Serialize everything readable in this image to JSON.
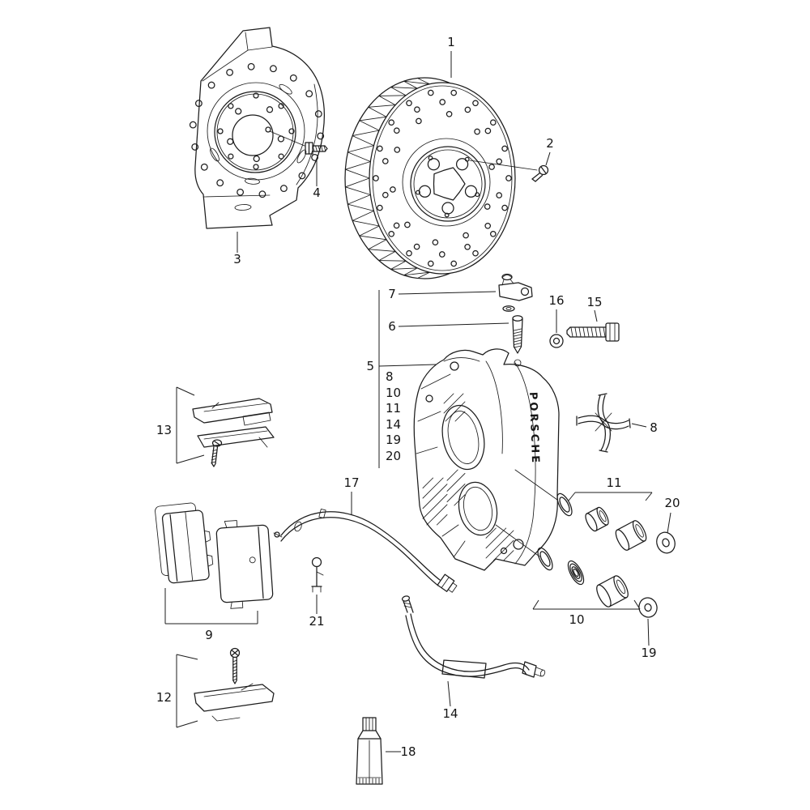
{
  "page": {
    "bg": "#ffffff",
    "ink": "#1c1c1c"
  },
  "callouts": {
    "disc": "1",
    "set_screw": "2",
    "splash_shield": "3",
    "shield_bolt": "4",
    "caliper": "5",
    "guide_screw": "6",
    "vent_fitting": "7",
    "spreader_spring": "8",
    "brake_pads": "9",
    "piston_set_lower": "10",
    "piston_set_upper": "11",
    "retainer_lower": "12",
    "retainer_upper": "13",
    "brake_hose": "14",
    "caliper_bolt": "15",
    "washer": "16",
    "wear_sensor": "17",
    "lubricant": "18",
    "washer_lower": "19",
    "washer_upper": "20",
    "sensor_clip": "21"
  },
  "caliper_includes": [
    "8",
    "10",
    "11",
    "14",
    "19",
    "20"
  ],
  "caliper_brand": "PORSCHE"
}
